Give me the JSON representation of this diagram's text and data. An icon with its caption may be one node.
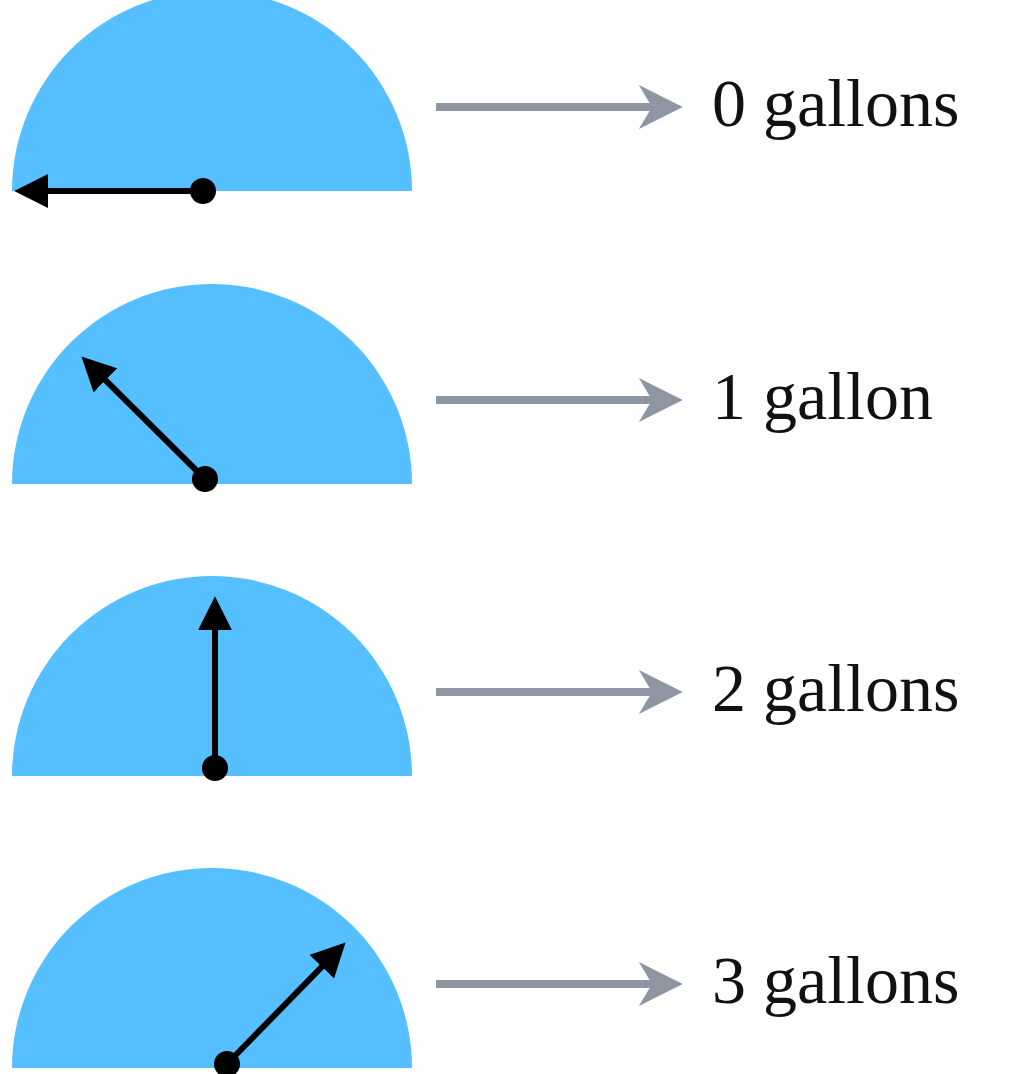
{
  "diagram": {
    "nodes": [
      {
        "text": [],
        "shape": "picture"
      },
      {
        "text": [
          "0 gallons"
        ]
      },
      {
        "text": [],
        "shape": "picture"
      },
      {
        "text": [
          "1 gallon"
        ]
      },
      {
        "text": [],
        "shape": "picture"
      },
      {
        "text": [
          "2 gallons"
        ]
      },
      {
        "text": [],
        "shape": "picture"
      },
      {
        "text": [
          "3 gallons"
        ]
      }
    ],
    "edges": [
      {
        "from": 0,
        "to": 1,
        "arrow": "to"
      },
      {
        "from": 2,
        "to": 3,
        "arrow": "to"
      },
      {
        "from": 4,
        "to": 5,
        "arrow": "to"
      },
      {
        "from": 6,
        "to": 7,
        "arrow": "to"
      }
    ]
  }
}
